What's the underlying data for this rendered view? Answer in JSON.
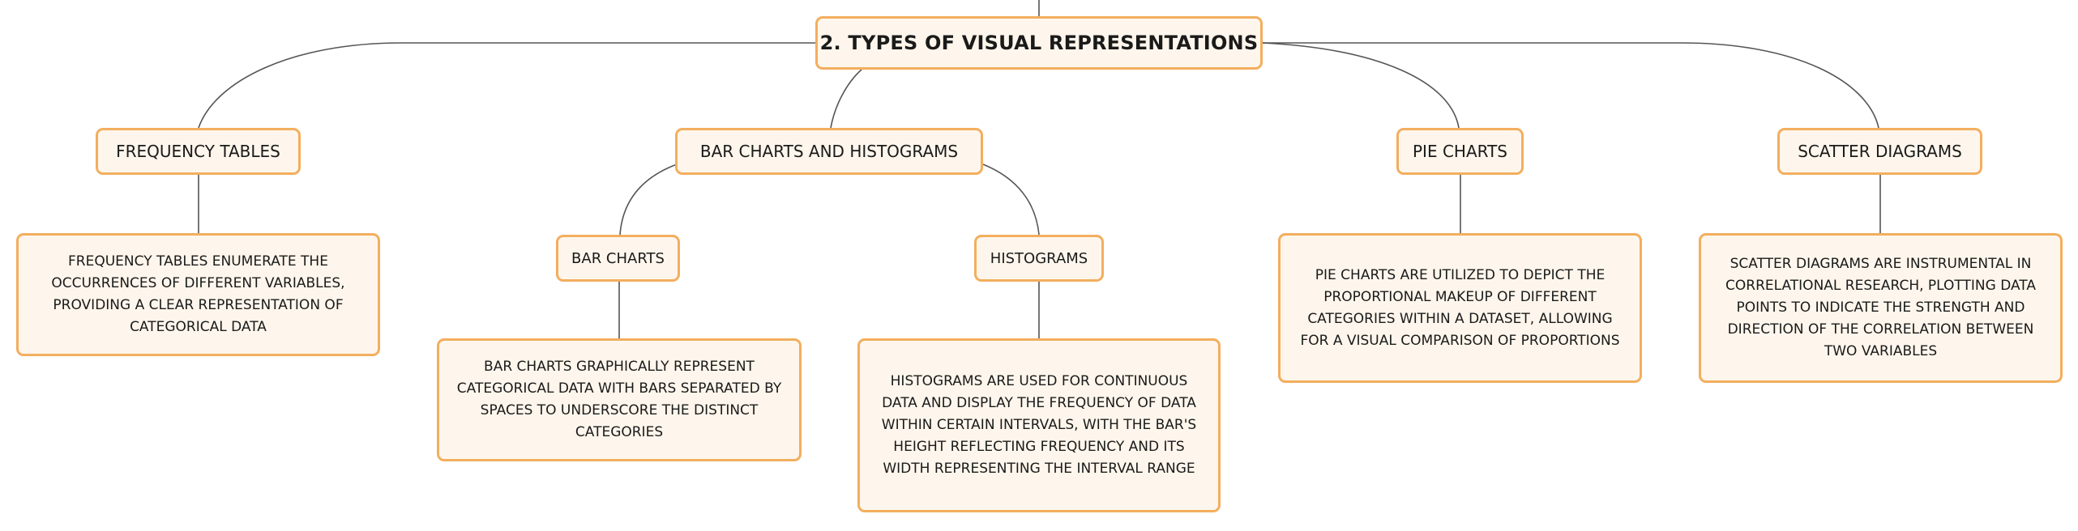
{
  "root": {
    "label": "2. TYPES OF VISUAL REPRESENTATIONS"
  },
  "topics": {
    "frequency_tables": {
      "label": "FREQUENCY TABLES",
      "description": "FREQUENCY TABLES ENUMERATE THE OCCURRENCES OF DIFFERENT VARIABLES, PROVIDING A CLEAR REPRESENTATION OF CATEGORICAL DATA"
    },
    "bar_charts_histograms": {
      "label": "BAR CHARTS AND HISTOGRAMS",
      "bar_charts": {
        "label": "BAR CHARTS",
        "description": "BAR CHARTS GRAPHICALLY REPRESENT CATEGORICAL DATA WITH BARS SEPARATED BY SPACES TO UNDERSCORE THE DISTINCT CATEGORIES"
      },
      "histograms": {
        "label": "HISTOGRAMS",
        "description": "HISTOGRAMS ARE USED FOR CONTINUOUS DATA AND DISPLAY THE FREQUENCY OF DATA WITHIN CERTAIN INTERVALS, WITH THE BAR'S HEIGHT REFLECTING FREQUENCY AND ITS WIDTH REPRESENTING THE INTERVAL RANGE"
      }
    },
    "pie_charts": {
      "label": "PIE CHARTS",
      "description": "PIE CHARTS ARE UTILIZED TO DEPICT THE PROPORTIONAL MAKEUP OF DIFFERENT CATEGORIES WITHIN A DATASET, ALLOWING FOR A VISUAL COMPARISON OF PROPORTIONS"
    },
    "scatter_diagrams": {
      "label": "SCATTER DIAGRAMS",
      "description": "SCATTER DIAGRAMS ARE INSTRUMENTAL IN CORRELATIONAL RESEARCH, PLOTTING DATA POINTS TO INDICATE THE STRENGTH AND DIRECTION OF THE CORRELATION BETWEEN TWO VARIABLES"
    }
  },
  "colors": {
    "node_fill": "#fef6ec",
    "node_border": "#f3ae5e",
    "connector": "#555555",
    "text": "#1a1a1a"
  }
}
